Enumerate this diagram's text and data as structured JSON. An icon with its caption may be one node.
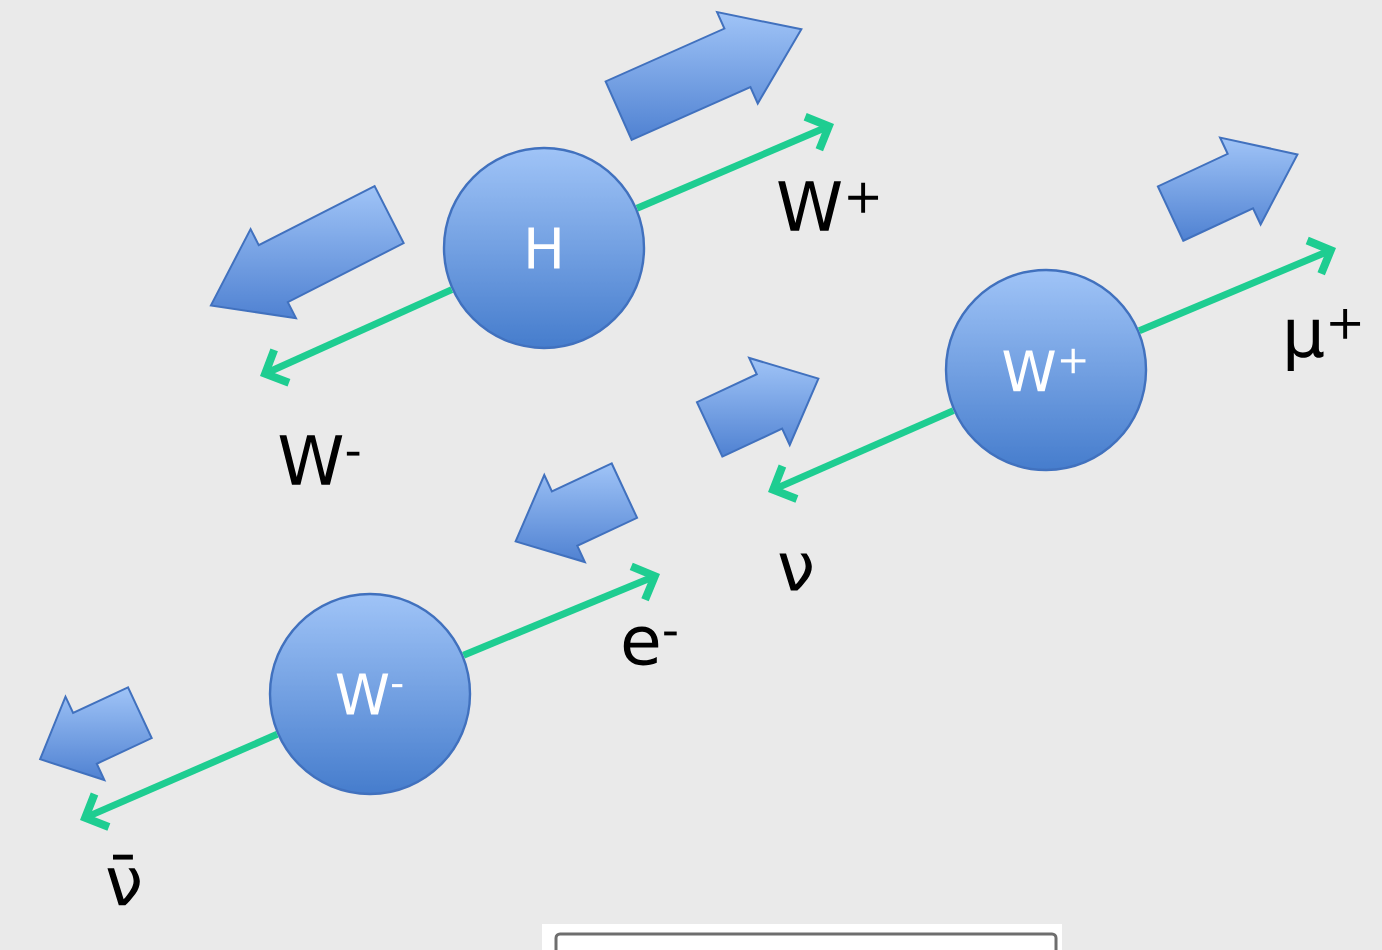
{
  "diagram": {
    "nodes": [
      {
        "text": [
          "H"
        ]
      },
      {
        "text": [
          "W$^{+}$"
        ]
      },
      {
        "text": [
          "W$^{-}$"
        ]
      },
      {
        "text": [
          "W$^{+}$"
        ]
      },
      {
        "text": [
          "μ$^{+}$"
        ]
      },
      {
        "text": [
          "ν"
        ]
      },
      {
        "text": [
          "W$^{-}$"
        ]
      },
      {
        "text": [
          "e$^{-}$"
        ]
      },
      {
        "text": [
          "ν̄"
        ]
      }
    ],
    "edges": [
      {
        "from": 0,
        "to": 1,
        "arrow": "to"
      },
      {
        "from": 0,
        "to": 2,
        "arrow": "to"
      },
      {
        "from": 3,
        "to": 4,
        "arrow": "to"
      },
      {
        "from": 3,
        "to": 5,
        "arrow": "to"
      },
      {
        "from": 6,
        "to": 7,
        "arrow": "to"
      },
      {
        "from": 6,
        "to": 8,
        "arrow": "to"
      }
    ]
  }
}
